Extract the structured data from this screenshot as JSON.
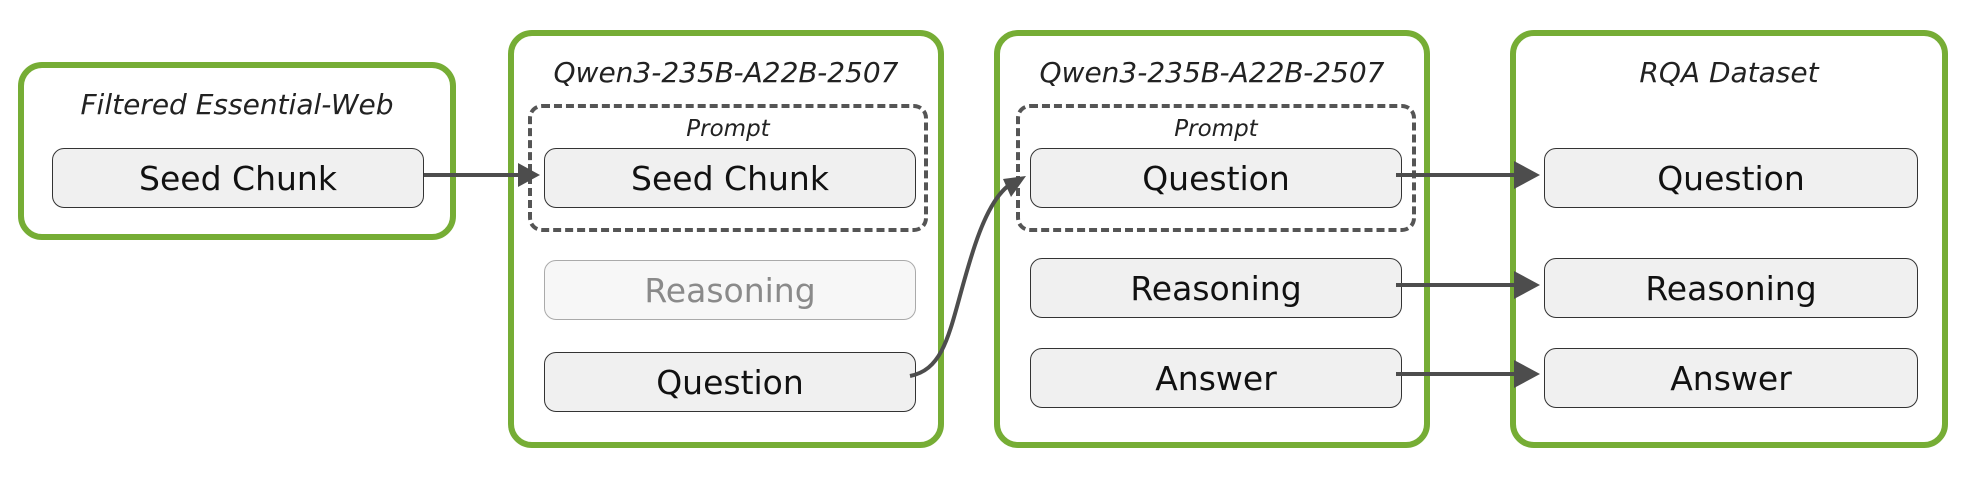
{
  "panels": {
    "source": {
      "title": "Filtered Essential-Web",
      "seed": "Seed Chunk"
    },
    "model1": {
      "title": "Qwen3-235B-A22B-2507",
      "prompt_label": "Prompt",
      "seed": "Seed Chunk",
      "reasoning": "Reasoning",
      "question": "Question"
    },
    "model2": {
      "title": "Qwen3-235B-A22B-2507",
      "prompt_label": "Prompt",
      "question": "Question",
      "reasoning": "Reasoning",
      "answer": "Answer"
    },
    "dataset": {
      "title": "RQA Dataset",
      "question": "Question",
      "reasoning": "Reasoning",
      "answer": "Answer"
    }
  },
  "colors": {
    "panel_border": "#76ad35",
    "arrow": "#4d4d4d",
    "node_fill": "#f0f0f0"
  }
}
